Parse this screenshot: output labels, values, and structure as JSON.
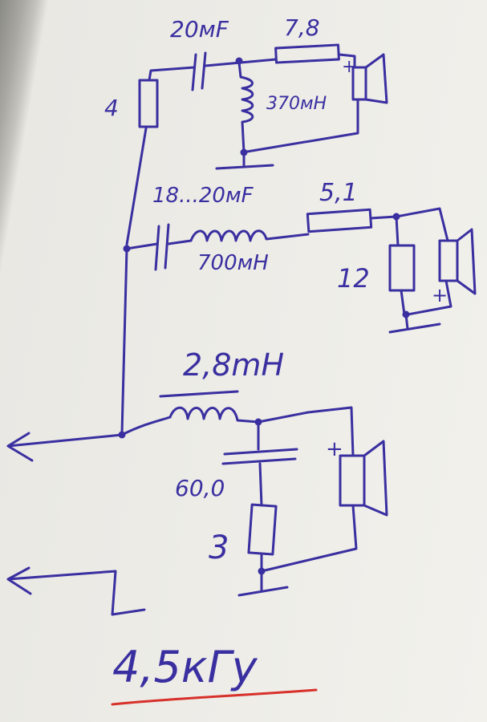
{
  "colors": {
    "ink": "#3a2fa0",
    "underline": "#d8302a"
  },
  "labels": {
    "cap_top": "20мF",
    "res_top": "7,8",
    "res_in": "4",
    "ind_top": "370мH",
    "cap_mid": "18...20мF",
    "res_mid": "5,1",
    "ind_mid": "700мH",
    "res_mid_shunt": "12",
    "ind_low": "2,8mH",
    "cap_low": "60,0",
    "res_low": "3",
    "plus_top": "+",
    "plus_mid": "+",
    "plus_low": "+",
    "crossover_freq": "4,5кГу"
  }
}
